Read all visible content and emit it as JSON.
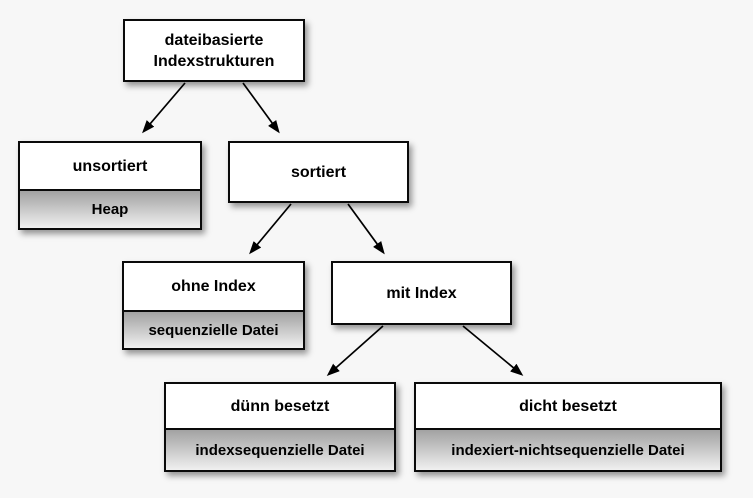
{
  "diagram": {
    "type": "tree",
    "language": "de",
    "colors": {
      "background": "#f7f7f7",
      "box_fill": "#ffffff",
      "box_border": "#0a0a0a",
      "sub_fill_top": "#a2a2a2",
      "sub_fill_bottom": "#f0f0f0",
      "arrow": "#000000",
      "text": "#000000"
    },
    "nodes": [
      {
        "id": "root",
        "label": "dateibasierte Indexstrukturen"
      },
      {
        "id": "unsortiert",
        "label": "unsortiert",
        "sublabel": "Heap"
      },
      {
        "id": "sortiert",
        "label": "sortiert"
      },
      {
        "id": "ohne-index",
        "label": "ohne Index",
        "sublabel": "sequenzielle Datei"
      },
      {
        "id": "mit-index",
        "label": "mit Index"
      },
      {
        "id": "duenn-besetzt",
        "label": "dünn besetzt",
        "sublabel": "indexsequenzielle Datei"
      },
      {
        "id": "dicht-besetzt",
        "label": "dicht besetzt",
        "sublabel": "indexiert-nichtsequenzielle Datei"
      }
    ],
    "edges": [
      {
        "from": "root",
        "to": "unsortiert"
      },
      {
        "from": "root",
        "to": "sortiert"
      },
      {
        "from": "sortiert",
        "to": "ohne-index"
      },
      {
        "from": "sortiert",
        "to": "mit-index"
      },
      {
        "from": "mit-index",
        "to": "duenn-besetzt"
      },
      {
        "from": "mit-index",
        "to": "dicht-besetzt"
      }
    ]
  }
}
